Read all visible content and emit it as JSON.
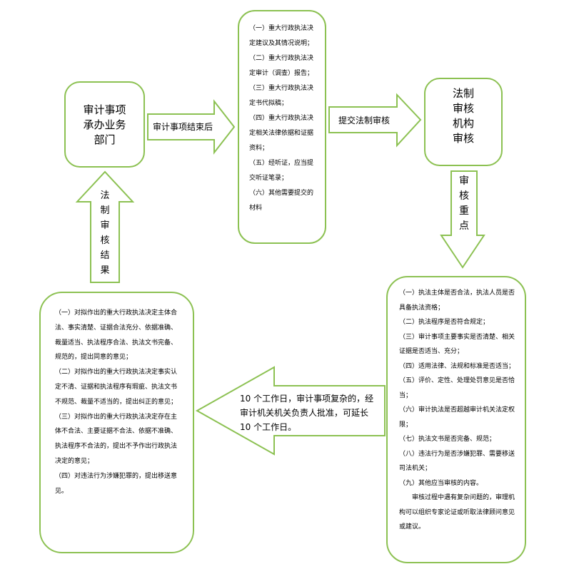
{
  "colors": {
    "border": "#8cc152",
    "text": "#000000"
  },
  "nodes": {
    "dept": {
      "lines": [
        "审计事项",
        "承办业务",
        "部门"
      ]
    },
    "materials": {
      "items": [
        "（一）重大行政执法决定建议及其情况说明；",
        "（二）重大行政执法决定审计（调查）报告；",
        "（三）重大行政执法决定书代拟稿；",
        "（四）重大行政执法决定相关法律依据和证据资料；",
        "（五）经听证，应当提交听证笔录；",
        "（六）其他需要提交的材料"
      ]
    },
    "legal": {
      "lines": [
        "法制",
        "审核",
        "机构",
        "审核"
      ]
    },
    "key_points": {
      "items": [
        "（一）执法主体是否合法，执法人员是否具备执法资格；",
        "（二）执法程序是否符合规定；",
        "（三）审计事项主要事实是否清楚、相关证据是否适当、充分；",
        "（四）适用法律、法规和标准是否适当；",
        "（五）评价、定性、处理处罚意见是否恰当；",
        "（六）审计执法是否超越审计机关法定权限；",
        "（七）执法文书是否完备、规范；",
        "（八）违法行为是否涉嫌犯罪、需要移送司法机关；",
        "（九）其他应当审核的内容。"
      ],
      "note": "审核过程中遇有复杂问题的，审理机构可以组织专家论证或听取法律顾问意见或建议。"
    },
    "results": {
      "items": [
        "（一）对拟作出的重大行政执法决定主体合法、事实清楚、证据合法充分、依据准确、裁量适当、执法程序合法、执法文书完备、规范的，提出同意的意见；",
        "（二）对拟作出的重大行政执法决定事实认定不清、证据和执法程序有瑕疵、执法文书不规范、裁量不适当的，提出纠正的意见；",
        "（三）对拟作出的重大行政执法决定存在主体不合法、主要证据不合法、依据不准确、执法程序不合法的，提出不予作出行政执法决定的意见；",
        "（四）对违法行为涉嫌犯罪的，提出移送意见。"
      ]
    }
  },
  "arrows": {
    "after_audit": "审计事项结束后",
    "submit": "提交法制审核",
    "key_label": [
      "审",
      "核",
      "重",
      "点"
    ],
    "deadline": "10 个工作日，审计事项复杂的，经审计机关机关负责人批准，可延长 10 个工作日。",
    "result_label": [
      "法",
      "制",
      "审",
      "核",
      "结",
      "果"
    ]
  }
}
